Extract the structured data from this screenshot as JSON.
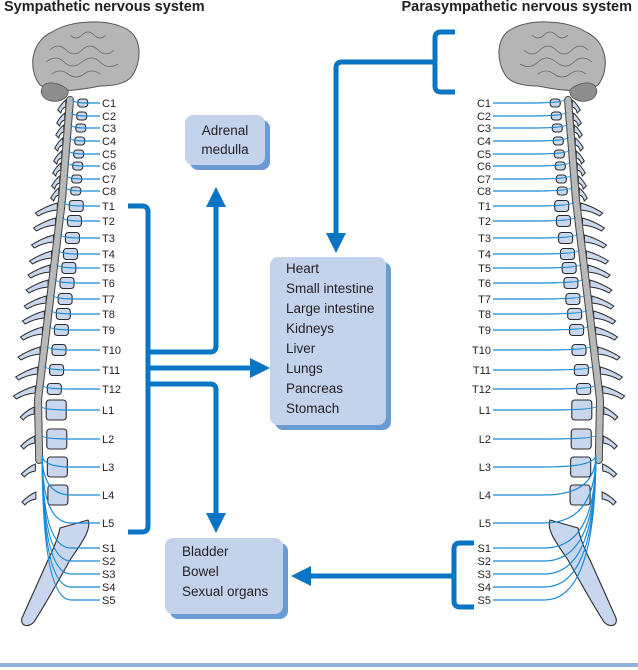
{
  "titles": {
    "left": "Sympathetic nervous system",
    "right": "Parasympathetic nervous system"
  },
  "spine_labels": {
    "cervical": [
      "C1",
      "C2",
      "C3",
      "C4",
      "C5",
      "C6",
      "C7",
      "C8"
    ],
    "thoracic": [
      "T1",
      "T2",
      "T3",
      "T4",
      "T5",
      "T6",
      "T7",
      "T8",
      "T9",
      "T10",
      "T11",
      "T12"
    ],
    "lumbar": [
      "L1",
      "L2",
      "L3",
      "L4",
      "L5"
    ],
    "sacral": [
      "S1",
      "S2",
      "S3",
      "S4",
      "S5"
    ]
  },
  "boxes": {
    "adrenal": [
      "Adrenal",
      "medulla"
    ],
    "organs": [
      "Heart",
      "Small intestine",
      "Large intestine",
      "Kidneys",
      "Liver",
      "Lungs",
      "Pancreas",
      "Stomach"
    ],
    "pelvic": [
      "Bladder",
      "Bowel",
      "Sexual organs"
    ]
  },
  "colors": {
    "connector_blue": "#0a75c2",
    "nerve_blue": "#1a8ad4",
    "box_fill": "#c3d3ec",
    "box_shadow": "#6a9bd2",
    "vertebra_fill": "#c8d7ee",
    "cord_gray": "#b9b9b9",
    "brain_gray": "#b5b5b5",
    "footer_rule": "#8fb3df"
  }
}
